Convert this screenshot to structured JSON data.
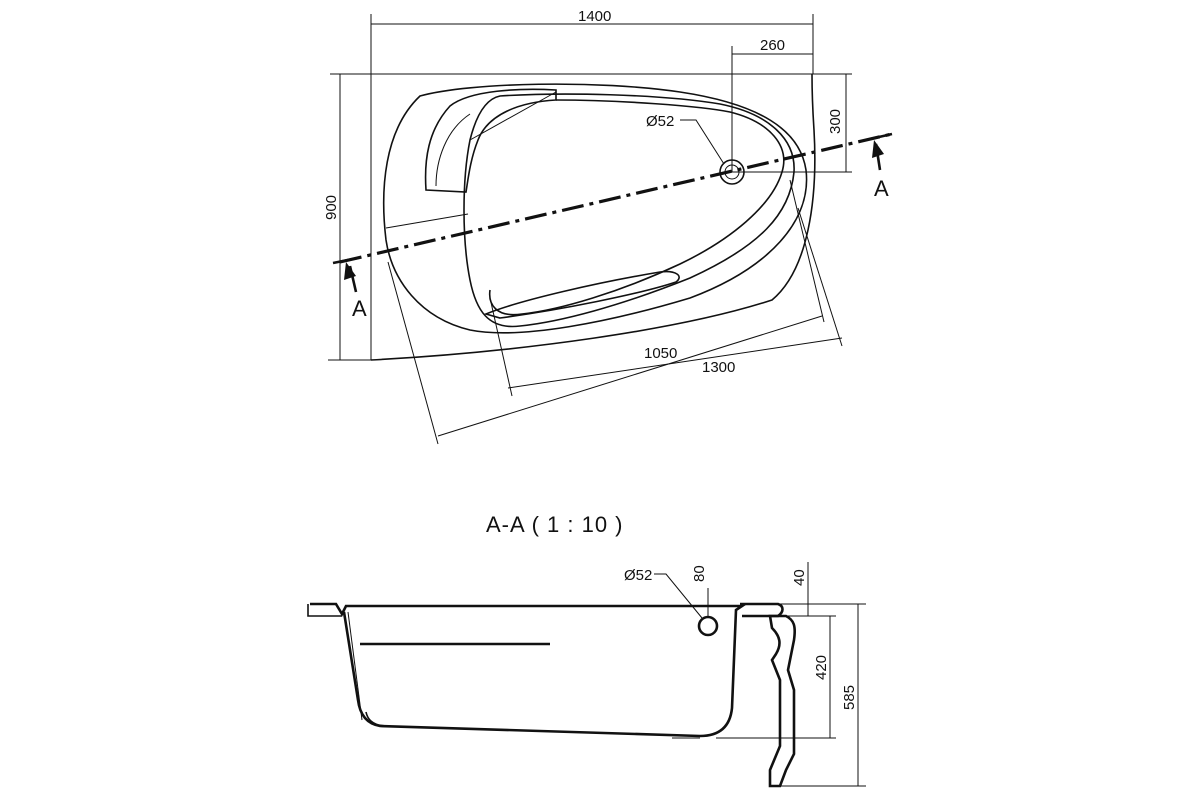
{
  "plan_view": {
    "dimensions": {
      "overall_length": "1400",
      "drain_offset_x": "260",
      "drain_offset_y": "300",
      "overall_width": "900",
      "inner_length": "1050",
      "outer_length": "1300"
    },
    "drain_label": "Ø52",
    "section_marker_left": "A",
    "section_marker_right": "A"
  },
  "section_view": {
    "title": "A-A ( 1 : 10 )",
    "drain_label": "Ø52",
    "dimensions": {
      "drain_height": "80",
      "rim_height": "40",
      "inner_depth": "420",
      "total_height": "585"
    }
  }
}
